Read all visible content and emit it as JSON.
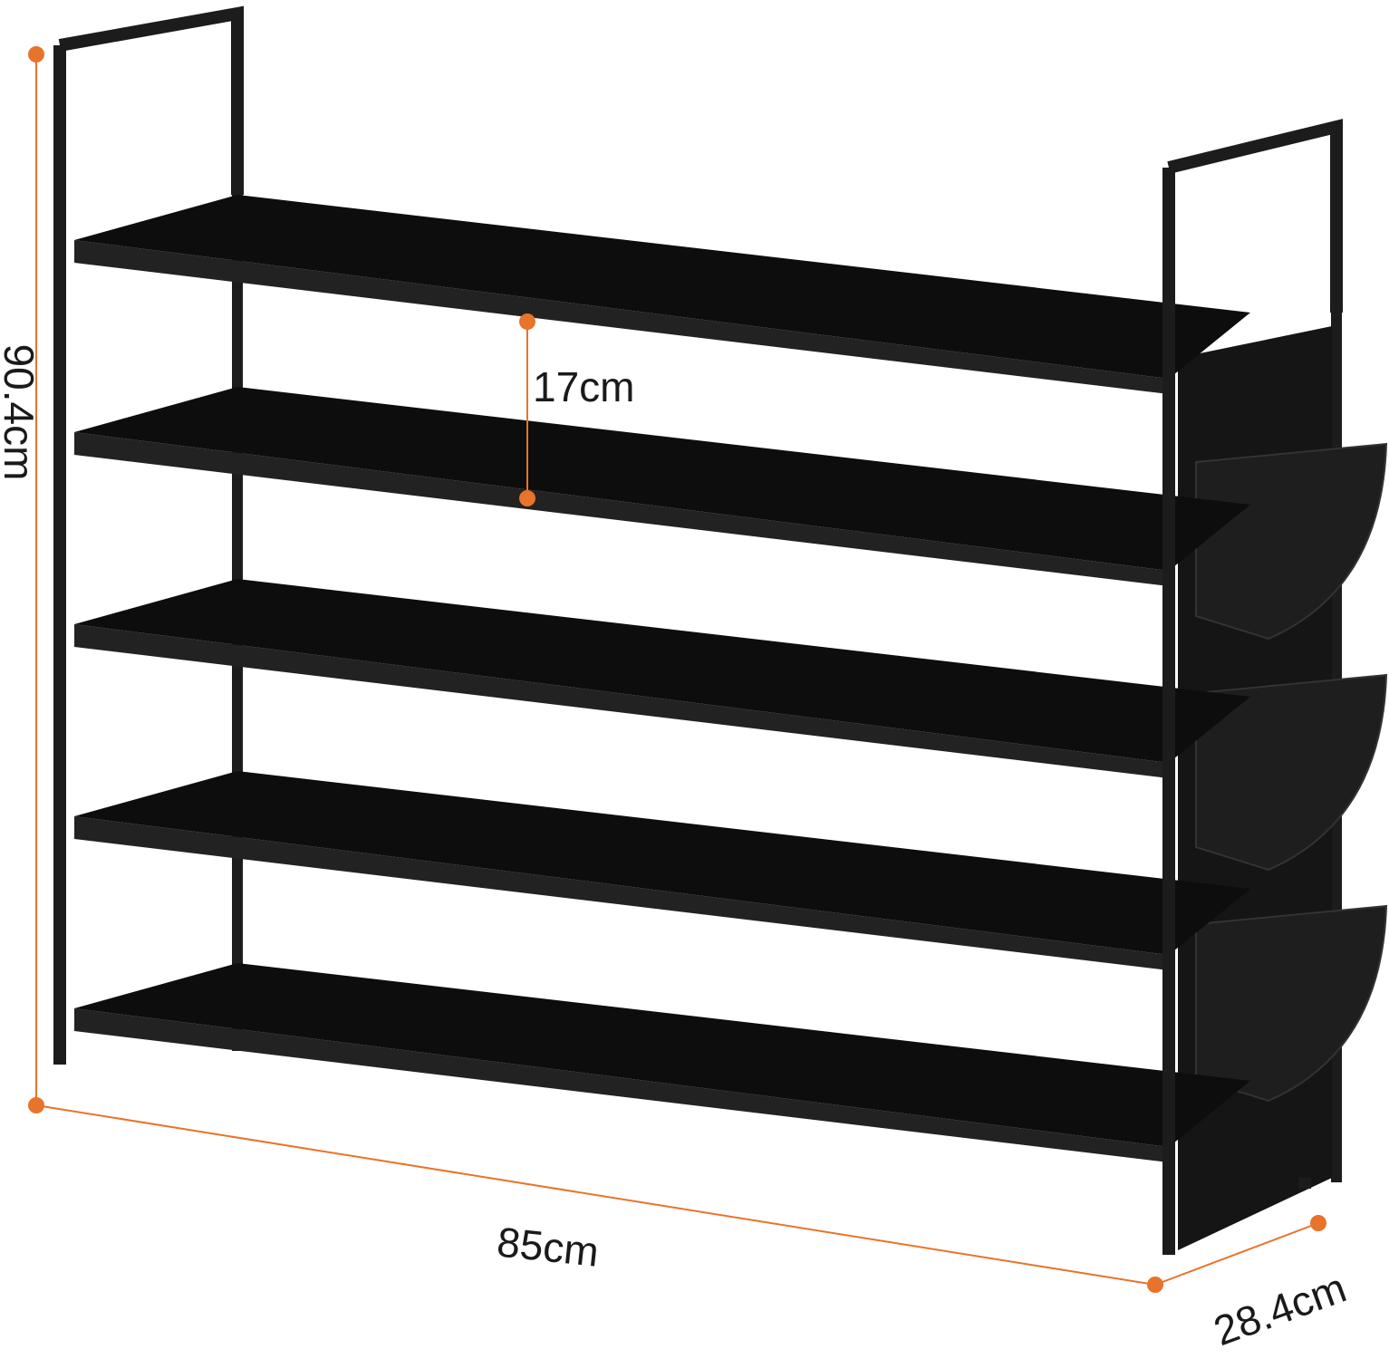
{
  "colors": {
    "accent": "#e8732a",
    "frame": "#1c1c1c",
    "shelf": "#0d0d0d"
  },
  "dimensions": {
    "height": "90.4cm",
    "shelf_gap": "17cm",
    "width": "85cm",
    "depth": "28.4cm"
  }
}
